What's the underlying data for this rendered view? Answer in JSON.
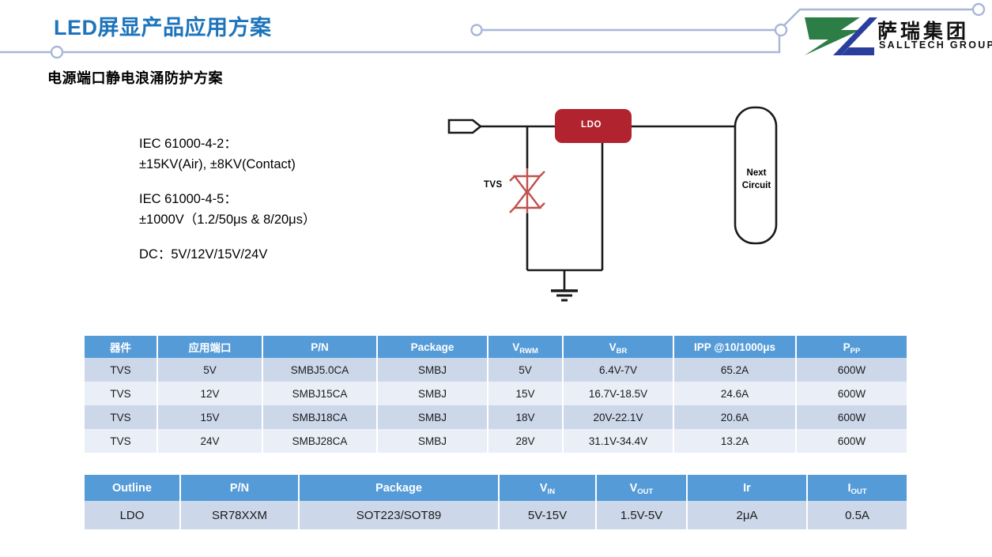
{
  "header": {
    "main_title": "LED屏显产品应用方案",
    "sub_title": "电源端口静电浪涌防护方案",
    "title_color": "#1d74bb",
    "deco_line_color": "#a8b6d8"
  },
  "logo": {
    "cn_name": "萨瑞集团",
    "en_name": "SALLTECH GROUP",
    "mark_green": "#2d7d46",
    "mark_blue": "#2a3f9d"
  },
  "spec": {
    "line1": "IEC 61000-4-2：",
    "line2": "±15KV(Air), ±8KV(Contact)",
    "line3": "IEC 61000-4-5：",
    "line4": "±1000V（1.2/50μs & 8/20μs）",
    "line5": "DC：5V/12V/15V/24V"
  },
  "circuit": {
    "ldo_label": "LDO",
    "tvs_label": "TVS",
    "next_label": "Next\nCircuit",
    "next_label_line1": "Next",
    "next_label_line2": "Circuit",
    "ldo_color": "#b0232f",
    "tvs_color": "#c0504d",
    "wire_color": "#1a1a1a"
  },
  "tvs_table": {
    "headers": [
      {
        "text": "器件",
        "sub": ""
      },
      {
        "text": "应用端口",
        "sub": ""
      },
      {
        "text": "P/N",
        "sub": ""
      },
      {
        "text": "Package",
        "sub": ""
      },
      {
        "text": "V",
        "sub": "RWM"
      },
      {
        "text": "V",
        "sub": "BR"
      },
      {
        "text": "IPP @10/1000μs",
        "sub": ""
      },
      {
        "text": "P",
        "sub": "PP"
      }
    ],
    "rows": [
      [
        "TVS",
        "5V",
        "SMBJ5.0CA",
        "SMBJ",
        "5V",
        "6.4V-7V",
        "65.2A",
        "600W"
      ],
      [
        "TVS",
        "12V",
        "SMBJ15CA",
        "SMBJ",
        "15V",
        "16.7V-18.5V",
        "24.6A",
        "600W"
      ],
      [
        "TVS",
        "15V",
        "SMBJ18CA",
        "SMBJ",
        "18V",
        "20V-22.1V",
        "20.6A",
        "600W"
      ],
      [
        "TVS",
        "24V",
        "SMBJ28CA",
        "SMBJ",
        "28V",
        "31.1V-34.4V",
        "13.2A",
        "600W"
      ]
    ]
  },
  "ldo_table": {
    "headers": [
      {
        "text": "Outline",
        "sub": ""
      },
      {
        "text": "P/N",
        "sub": ""
      },
      {
        "text": "Package",
        "sub": ""
      },
      {
        "text": "V",
        "sub": "IN"
      },
      {
        "text": "V",
        "sub": "OUT"
      },
      {
        "text": "Ir",
        "sub": ""
      },
      {
        "text": "I",
        "sub": "OUT"
      }
    ],
    "rows": [
      [
        "LDO",
        "SR78XXM",
        "SOT223/SOT89",
        "5V-15V",
        "1.5V-5V",
        "2μA",
        "0.5A"
      ]
    ]
  },
  "theme": {
    "header_bg": "#559bd8",
    "row_odd": "#ccd8ea",
    "row_even": "#e9eef7"
  }
}
